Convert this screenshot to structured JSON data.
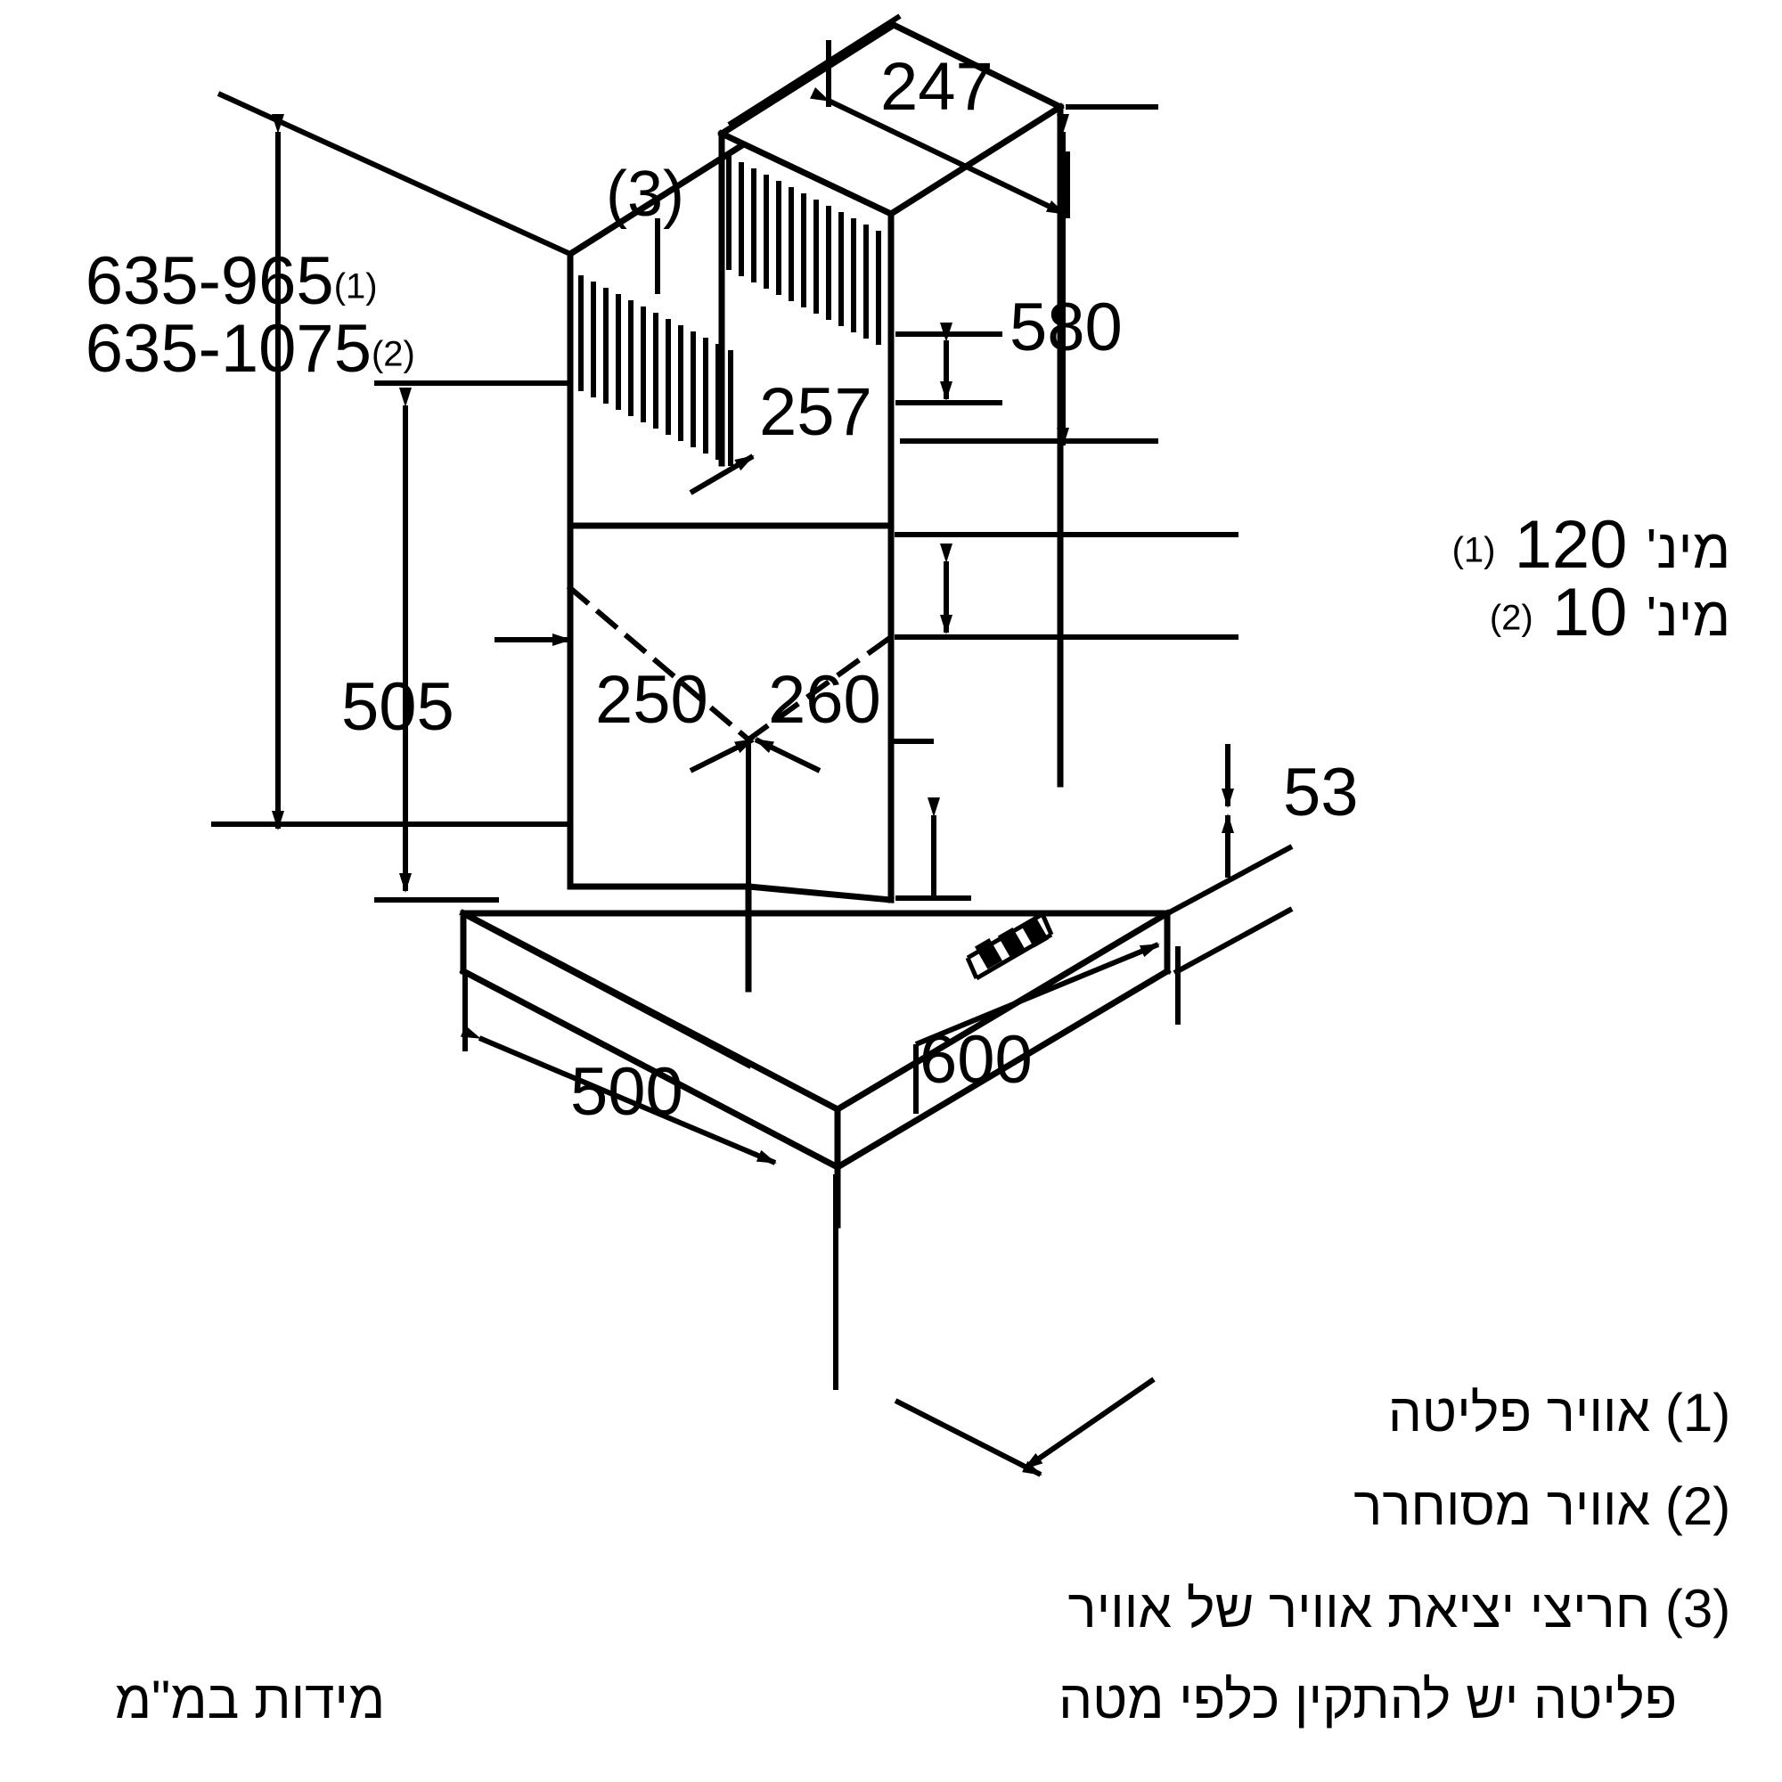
{
  "drawing": {
    "type": "technical-dimension-drawing",
    "subject": "chimney-extractor-hood",
    "units_note": "מידות במ\"מ",
    "line_color": "#000000",
    "background_color": "#ffffff"
  },
  "dimensions": {
    "height_range_1": "635-965",
    "height_range_1_ref": "(1)",
    "height_range_2": "635-1075",
    "height_range_2_ref": "(2)",
    "chimney_depth_top": "247",
    "chimney_total_height": "580",
    "chimney_upper_height": "257",
    "hood_body_height": "505",
    "chimney_lower_width": "250",
    "chimney_lower_depth": "260",
    "canopy_thickness": "53",
    "hood_depth": "500",
    "hood_width": "600",
    "callout_3": "(3)",
    "min_clearance_1_value": "120",
    "min_clearance_1_prefix": "מינ'",
    "min_clearance_1_ref": "(1)",
    "min_clearance_2_value": "10",
    "min_clearance_2_prefix": "מינ'",
    "min_clearance_2_ref": "(2)"
  },
  "legend": {
    "items": [
      {
        "marker": "(1)",
        "text": "אוויר פליטה"
      },
      {
        "marker": "(2)",
        "text": "אוויר מסוחרר"
      },
      {
        "marker": "(3)",
        "text": "חריצי יציאת אוויר של אוויר"
      }
    ],
    "item3_line2": "פליטה יש להתקין כלפי מטה"
  },
  "footer": {
    "units": "מידות במ\"מ"
  }
}
